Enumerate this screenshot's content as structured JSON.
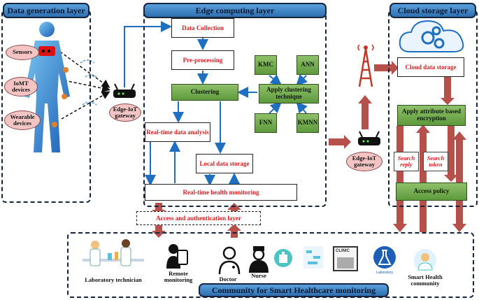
{
  "layers": {
    "data_generation": "Data generation layer",
    "edge_computing": "Edge computing layer",
    "cloud_storage": "Cloud storage layer",
    "community": "Community for Smart Healthcare monitoring"
  },
  "data_generation": {
    "sensors": "Sensors",
    "iomt_line1": "IoMT",
    "iomt_line2": "devices",
    "wearable_line1": "Wearable",
    "wearable_line2": "devices",
    "gateway_line1": "Edge-IoT",
    "gateway_line2": "gateway"
  },
  "edge": {
    "data_collection": "Data Collection",
    "preprocessing": "Pre-processing",
    "clustering": "Clustering",
    "apply_clustering_line1": "Apply clustering",
    "apply_clustering_line2": "technique",
    "kmc": "KMC",
    "ann": "ANN",
    "fnn": "FNN",
    "kmnn": "KMNN",
    "realtime_analysis": "Real-time data analysis",
    "local_storage": "Local data storage",
    "realtime_monitoring": "Real-time health monitoring",
    "access_auth": "Access and authentication layer",
    "gateway2_line1": "Edge-IoT",
    "gateway2_line2": "gateway"
  },
  "cloud": {
    "cloud_data_storage": "Cloud data storage",
    "encryption_line1": "Apply attribute based",
    "encryption_line2": "encryption",
    "search_reply_line1": "Search",
    "search_reply_line2": "reply",
    "search_token_line1": "Search",
    "search_token_line2": "token",
    "access_policy": "Access policy"
  },
  "community": {
    "lab_tech": "Laboratory technician",
    "remote_line1": "Remote",
    "remote_line2": "monitoring",
    "doctor": "Doctor",
    "nurse": "Nurse",
    "smart_line1": "Smart Health",
    "smart_line2": "community",
    "clinic": "CLINIC",
    "laboratory": "Laboratory"
  },
  "colors": {
    "header_blue": "#2f6fb0",
    "arrow_blue": "#1f6fc0",
    "arrow_red": "#b5504a",
    "green_box": "#6aa544",
    "red_text": "#e0191f"
  }
}
